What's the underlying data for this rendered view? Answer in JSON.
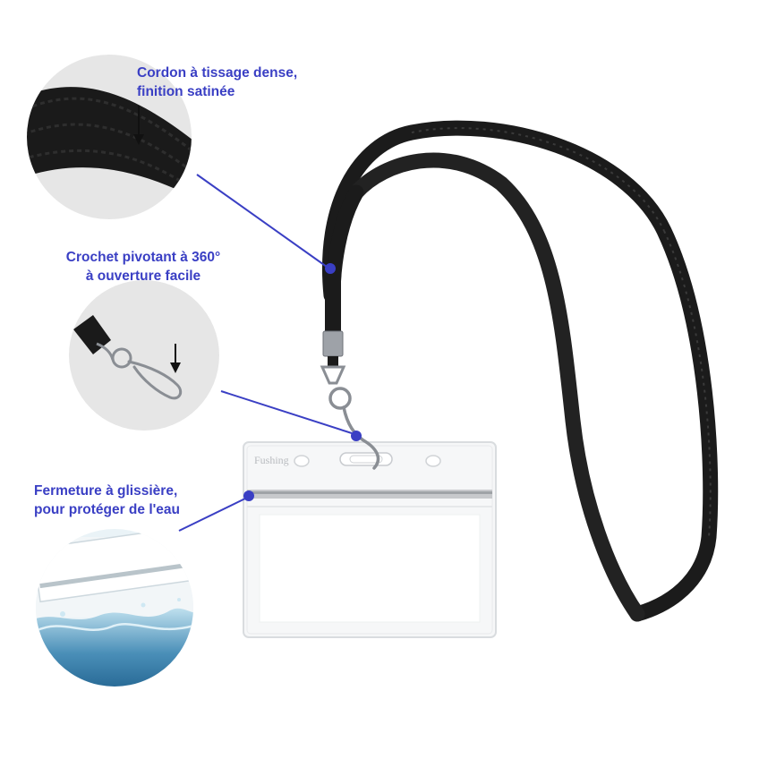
{
  "callouts": [
    {
      "lines": [
        "Cordon à tissage dense,",
        "finition satinée"
      ]
    },
    {
      "lines": [
        "Crochet pivotant à 360°",
        "à ouverture facile"
      ]
    },
    {
      "lines": [
        "Fermeture à glissière,",
        "pour protéger de l'eau"
      ]
    }
  ],
  "badge": {
    "brand_text": "Fushing"
  },
  "colors": {
    "accent": "#3a3fc4",
    "lanyard": "#1b1b1b",
    "water": "#4a8fb8"
  }
}
